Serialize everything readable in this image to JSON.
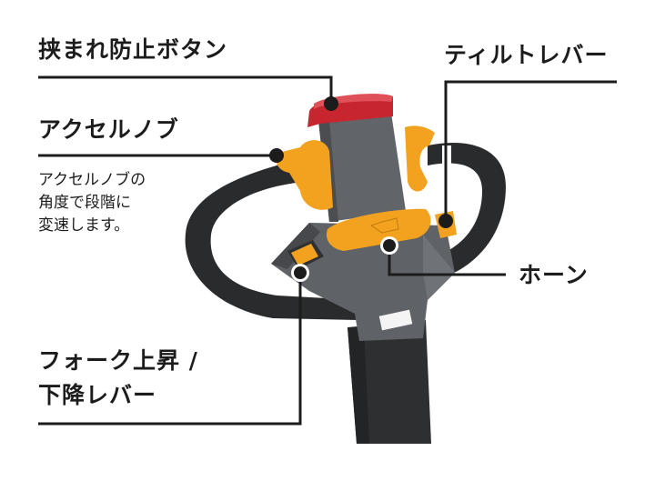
{
  "diagram": {
    "subject": "pallet truck tiller handle",
    "colors": {
      "accent_orange": "#f2a21e",
      "housing_gray": "#5f6266",
      "handle_black": "#2a2b2d",
      "button_red": "#c8262f",
      "line": "#1c1c1c"
    },
    "callouts": [
      {
        "id": "pinch-prevention-button",
        "label": "挟まれ防止ボタン"
      },
      {
        "id": "accelerator-knob",
        "label": "アクセルノブ",
        "description": "アクセルノブの\n角度で段階に\n変速します。"
      },
      {
        "id": "tilt-lever",
        "label": "ティルトレバー"
      },
      {
        "id": "horn",
        "label": "ホーン"
      },
      {
        "id": "fork-lift-lower-lever",
        "label_line1": "フォーク上昇 /",
        "label_line2": "下降レバー"
      }
    ]
  }
}
